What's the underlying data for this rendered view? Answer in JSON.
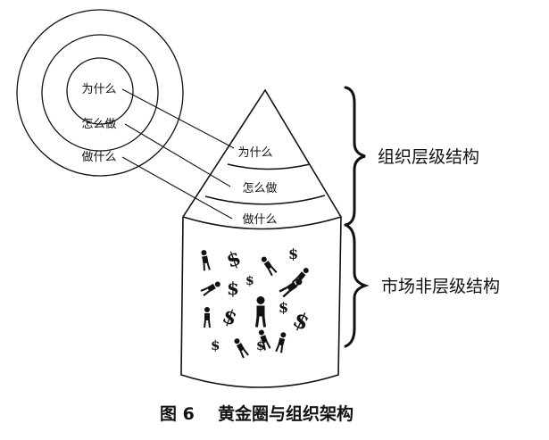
{
  "circle_labels": {
    "inner": "为什么",
    "middle": "怎么做",
    "outer": "做什么"
  },
  "cone_labels": {
    "top": "为什么",
    "middle": "怎么做",
    "bottom": "做什么"
  },
  "right_labels": {
    "hierarchical": "组织层级结构",
    "non_hierarchical": "市场非层级结构"
  },
  "caption": {
    "figure_number": "图 6",
    "title": "黄金圈与组织架构"
  },
  "icons": {
    "people": "person-icon",
    "money": "dollar-sign-icon",
    "brace": "curly-brace-icon"
  },
  "dollar_glyph": "$"
}
